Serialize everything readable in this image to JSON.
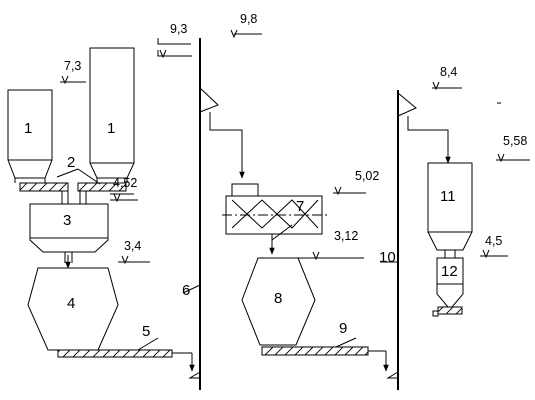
{
  "components": {
    "bunker_1a": "1",
    "bunker_1b": "1",
    "screw_feeders": "2",
    "mixer_3": "3",
    "silo_4": "4",
    "conveyor_5": "5",
    "elevator_6": "6",
    "mixer_7": "7",
    "silo_8": "8",
    "conveyor_9": "9",
    "elevator_10": "10",
    "bunker_11": "11",
    "unit_12": "12"
  },
  "levels": {
    "l_9_3": "9,3",
    "l_9_8": "9,8",
    "l_7_3": "7,3",
    "l_4_52": "4,52",
    "l_3_4": "3,4",
    "l_8_4": "8,4",
    "l_5_58": "5,58",
    "l_5_02": "5,02",
    "l_3_12": "3,12",
    "l_4_5": "4,5"
  }
}
